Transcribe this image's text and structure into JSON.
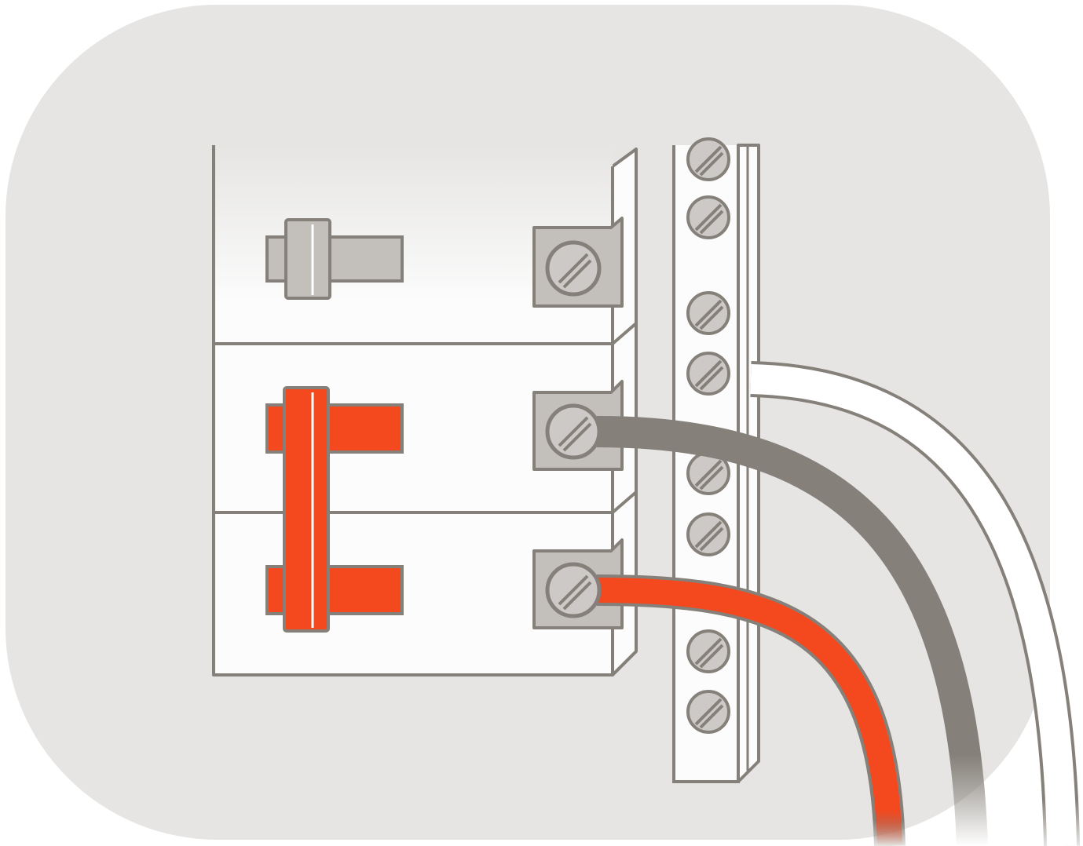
{
  "illustration": {
    "subject": "",
    "colors": {
      "background_panel": "#e6e5e3",
      "breaker_body": "#fcfcfc",
      "outline": "#858079",
      "metal": "#c3bfbb",
      "screw": "#cdc9c6",
      "hot_wire_red": "#f4481f",
      "hot_wire_black": "#858079",
      "neutral_wire_white": "#ffffff"
    },
    "icons": [
      "single-pole-breaker",
      "double-pole-breaker",
      "handle-tie",
      "terminal-lug",
      "neutral-bus-bar",
      "bus-screw"
    ],
    "bus_bar_screw_count": 8
  }
}
